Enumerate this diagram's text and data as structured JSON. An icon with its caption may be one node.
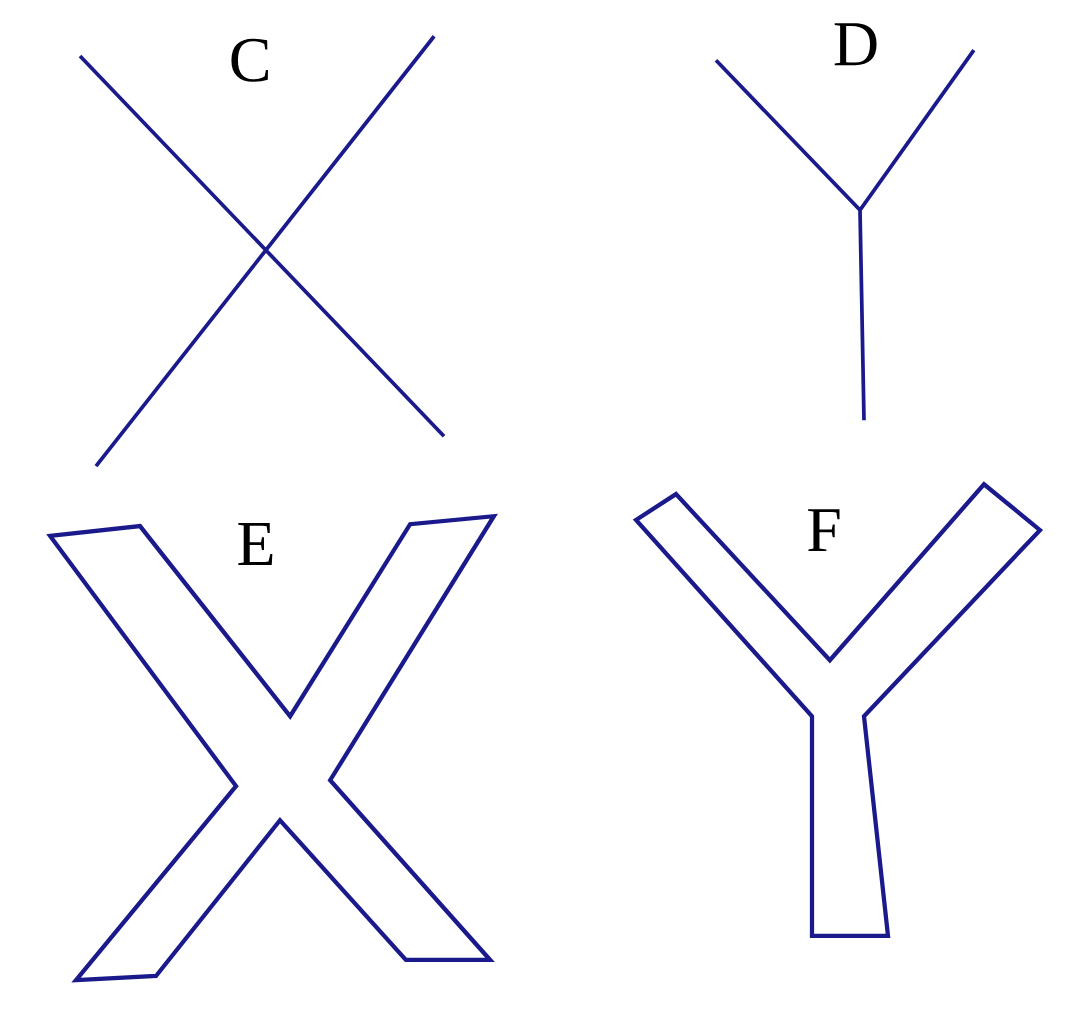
{
  "diagram": {
    "labels": [
      "C",
      "D",
      "E",
      "F"
    ]
  }
}
